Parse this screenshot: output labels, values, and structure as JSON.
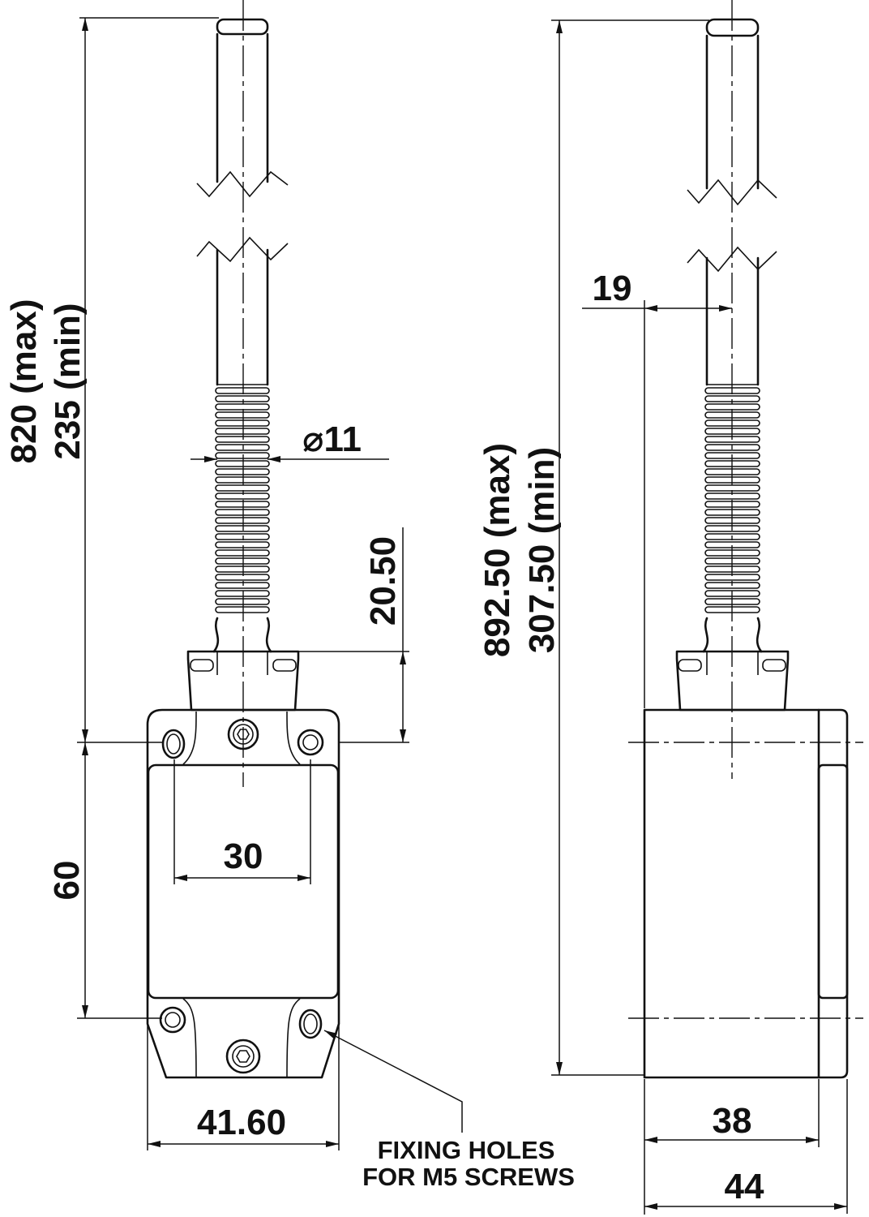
{
  "left_view": {
    "total_length": {
      "max": "820 (max)",
      "min": "235 (min)"
    },
    "rod_diameter": "⌀11",
    "head_height": "20.50",
    "hole_spacing_vertical": "60",
    "hole_spacing_horizontal": "30",
    "body_width": "41.60",
    "note_line1": "FIXING HOLES",
    "note_line2": "FOR M5 SCREWS"
  },
  "right_view": {
    "total_length": {
      "max": "892.50 (max)",
      "min": "307.50 (min)"
    },
    "rod_offset": "19",
    "body_depth": "38",
    "overall_depth": "44"
  }
}
